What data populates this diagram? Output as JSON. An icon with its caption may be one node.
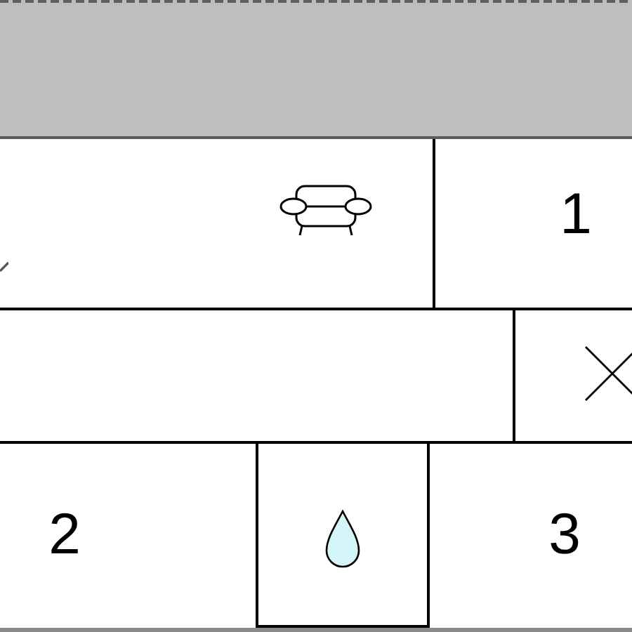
{
  "diagram": {
    "nodes": [
      {
        "text": [],
        "shape": "box"
      },
      {
        "text": [
          "1"
        ]
      },
      {
        "text": [],
        "shape": "box"
      },
      {
        "text": [],
        "shape": "box"
      },
      {
        "text": [
          "2"
        ]
      },
      {
        "text": [],
        "shape": "box"
      },
      {
        "text": [
          "3"
        ]
      }
    ]
  }
}
